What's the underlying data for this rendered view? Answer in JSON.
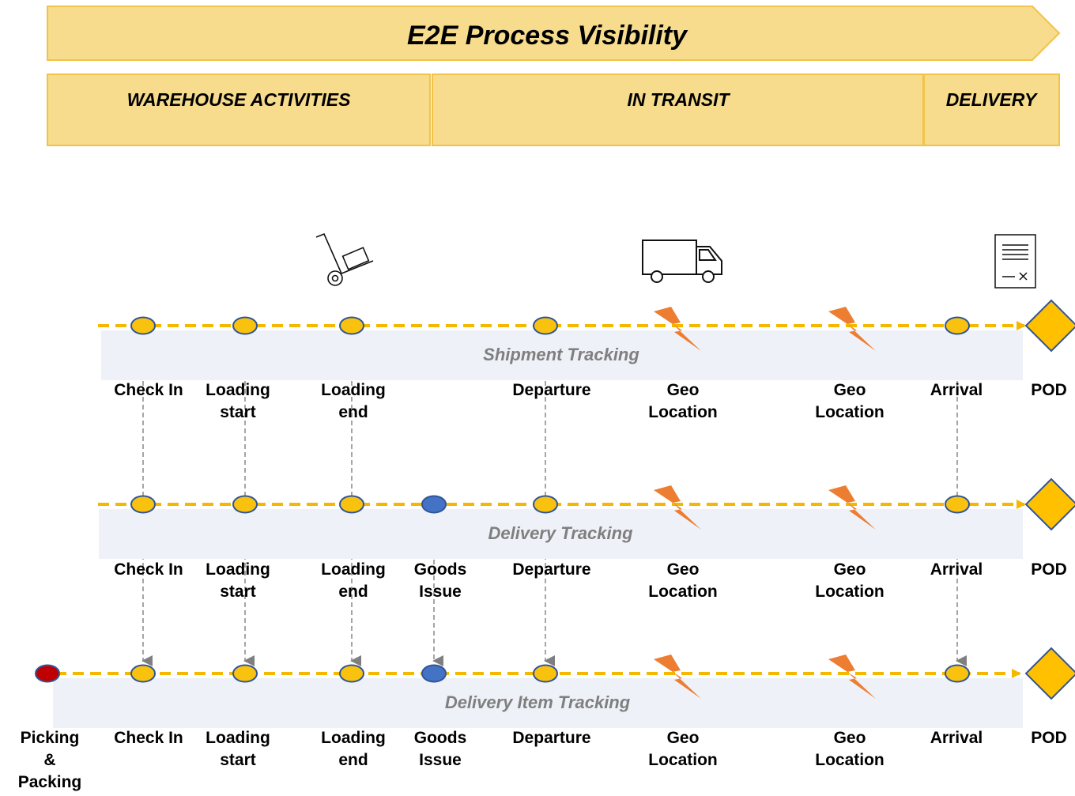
{
  "header": {
    "title": "E2E Process Visibility",
    "phases": [
      "WAREHOUSE ACTIVITIES",
      "IN TRANSIT",
      "DELIVERY"
    ]
  },
  "icons": [
    "hand-truck-icon",
    "truck-icon",
    "document-icon"
  ],
  "colors": {
    "banner_fill": "#f6dc8c",
    "banner_stroke": "#f1c34a",
    "track_line": "#f5b800",
    "node_yellow": "#f9c20f",
    "node_blue": "#4472c4",
    "node_red": "#c00000",
    "node_outline": "#2f5597",
    "lightning": "#ed7d31",
    "band": "#eef1f7",
    "connector": "#7f7f7f",
    "pod_diamond": "#ffc000"
  },
  "tracks": [
    {
      "label": "Shipment Tracking",
      "events": [
        {
          "label": "Check In",
          "kind": "node"
        },
        {
          "label": "Loading start",
          "kind": "node"
        },
        {
          "label": "Loading end",
          "kind": "node"
        },
        {
          "label": "Departure",
          "kind": "node"
        },
        {
          "label": "Geo Location",
          "kind": "lightning"
        },
        {
          "label": "Geo Location",
          "kind": "lightning"
        },
        {
          "label": "Arrival",
          "kind": "node"
        },
        {
          "label": "POD",
          "kind": "diamond"
        }
      ]
    },
    {
      "label": "Delivery Tracking",
      "events": [
        {
          "label": "Check In",
          "kind": "node"
        },
        {
          "label": "Loading start",
          "kind": "node"
        },
        {
          "label": "Loading end",
          "kind": "node"
        },
        {
          "label": "Goods Issue",
          "kind": "node-blue"
        },
        {
          "label": "Departure",
          "kind": "node"
        },
        {
          "label": "Geo Location",
          "kind": "lightning"
        },
        {
          "label": "Geo Location",
          "kind": "lightning"
        },
        {
          "label": "Arrival",
          "kind": "node"
        },
        {
          "label": "POD",
          "kind": "diamond"
        }
      ]
    },
    {
      "label": "Delivery Item Tracking",
      "events": [
        {
          "label": "Picking & Packing",
          "kind": "node-red"
        },
        {
          "label": "Check In",
          "kind": "node"
        },
        {
          "label": "Loading start",
          "kind": "node"
        },
        {
          "label": "Loading end",
          "kind": "node"
        },
        {
          "label": "Goods Issue",
          "kind": "node-blue"
        },
        {
          "label": "Departure",
          "kind": "node"
        },
        {
          "label": "Geo Location",
          "kind": "lightning"
        },
        {
          "label": "Geo Location",
          "kind": "lightning"
        },
        {
          "label": "Arrival",
          "kind": "node"
        },
        {
          "label": "POD",
          "kind": "diamond"
        }
      ]
    }
  ]
}
